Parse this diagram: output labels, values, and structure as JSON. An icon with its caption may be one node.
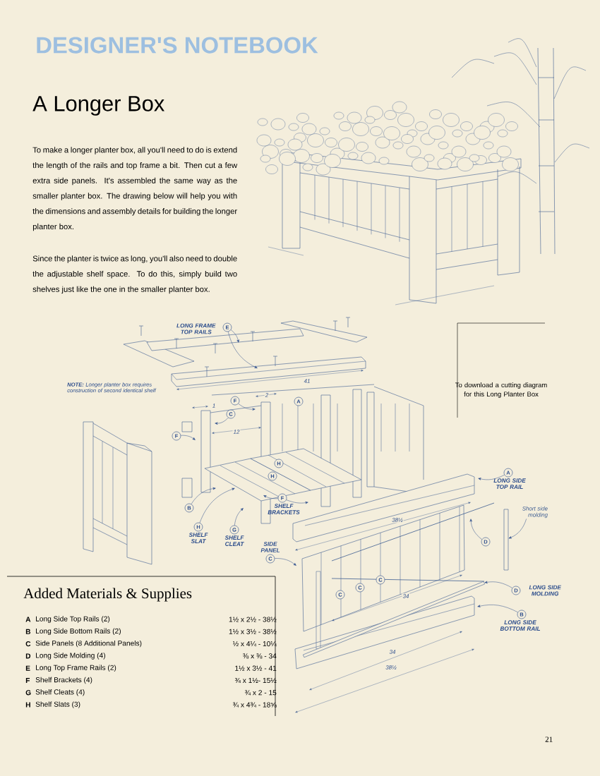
{
  "diagram": {
    "title": "DESIGNER'S NOTEBOOK",
    "nodes": [
      {
        "text": [
          "To download a cutting diagram for this Long Planter Box"
        ]
      },
      {
        "text": [
          "LONG FRAME TOP RAILS",
          "E"
        ]
      },
      {
        "text": [
          "F"
        ]
      },
      {
        "text": [
          "F"
        ]
      },
      {
        "text": [
          "C"
        ]
      },
      {
        "text": [
          "A"
        ]
      },
      {
        "text": [
          "H"
        ]
      },
      {
        "text": [
          "H"
        ]
      },
      {
        "text": [
          "B"
        ]
      },
      {
        "text": [
          "H",
          "SHELF SLAT"
        ]
      },
      {
        "text": [
          "G",
          "SHELF CLEAT"
        ]
      },
      {
        "text": [
          "F",
          "SHELF BRACKETS"
        ]
      },
      {
        "text": [
          "SIDE PANEL",
          "C"
        ]
      },
      {
        "text": [
          "A",
          "LONG SIDE TOP RAIL"
        ]
      },
      {
        "text": [
          "Short side molding"
        ]
      },
      {
        "text": [
          "D"
        ]
      },
      {
        "text": [
          "C"
        ]
      },
      {
        "text": [
          "C"
        ]
      },
      {
        "text": [
          "C"
        ]
      },
      {
        "text": [
          "D",
          "LONG SIDE MOLDING"
        ]
      },
      {
        "text": [
          "B",
          "LONG SIDE BOTTOM RAIL"
        ]
      },
      {
        "text": [
          "Added Materials & Supplies"
        ]
      },
      {
        "text": [],
        "shape": "bar"
      },
      {
        "text": [],
        "shape": "bar"
      }
    ],
    "edges": [
      {
        "from": 1,
        "to": null,
        "arrow": "to"
      },
      {
        "from": 1,
        "to": null,
        "arrow": "to"
      },
      {
        "from": 2,
        "to": null,
        "arrow": "to"
      },
      {
        "from": 3,
        "to": null,
        "arrow": "to"
      },
      {
        "from": 4,
        "to": null,
        "arrow": "to"
      },
      {
        "from": 8,
        "to": null,
        "arrow": "to"
      },
      {
        "from": 9,
        "to": null,
        "arrow": "to"
      },
      {
        "from": 10,
        "to": null,
        "arrow": "to"
      },
      {
        "from": 11,
        "to": null,
        "arrow": "to"
      },
      {
        "from": 11,
        "to": null,
        "arrow": "to"
      },
      {
        "from": 12,
        "to": null,
        "arrow": "to"
      },
      {
        "from": 13,
        "to": null,
        "arrow": "to"
      },
      {
        "from": 14,
        "to": 22,
        "arrow": "to"
      },
      {
        "from": 15,
        "to": null,
        "arrow": "to"
      },
      {
        "from": 19,
        "to": 23,
        "arrow": "to"
      },
      {
        "from": 20,
        "to": null,
        "arrow": "to"
      }
    ],
    "labels": [
      "A Longer Box",
      "To make a longer planter box, all you'll need to do is extend the length of the rails and top frame a bit. Then cut a few extra side panels. It's assembled the same way as the smaller planter box. The drawing below will help you with the dimensions and assembly details for building the longer planter box.",
      "Since the planter is twice as long, you'll also need to double the adjustable shelf space. To do this, simply build two shelves just like the one in the smaller planter box.",
      "**NOTE:** Longer planter box requires construction of second identical shelf",
      "41",
      "2",
      "1",
      "12",
      "38½",
      "34",
      "34",
      "38½",
      "A",
      "Long Side Top Rails (2)",
      "1½ x 2½ - 38½",
      "B",
      "Long Side Bottom Rails (2)",
      "1½ x 3½ - 38½",
      "C",
      "Side Panels (8 Additional Panels)",
      "½ x 4¼ - 10¼",
      "D",
      "Long Side Molding (4)",
      "⅜ x ⅜ - 34",
      "E",
      "Long Top Frame Rails (2)",
      "1½ x 3½ - 41",
      "F",
      "Shelf Brackets (4)",
      "¾ x 1½- 15½",
      "G",
      "Shelf Cleats (4)",
      "¾ x 2 - 15",
      "H",
      "Shelf Slats (3)",
      "¾ x 4¾ - 18⅝",
      "21"
    ]
  }
}
